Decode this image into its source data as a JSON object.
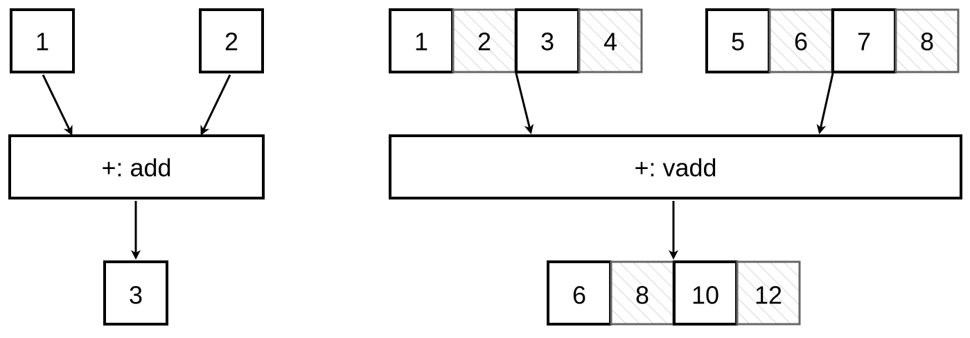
{
  "scalar": {
    "input_a": "1",
    "input_b": "2",
    "operation": "+: add",
    "result": "3"
  },
  "vector": {
    "vector_a": [
      "1",
      "2",
      "3",
      "4"
    ],
    "vector_b": [
      "5",
      "6",
      "7",
      "8"
    ],
    "operation": "+: vadd",
    "result": [
      "6",
      "8",
      "10",
      "12"
    ]
  }
}
